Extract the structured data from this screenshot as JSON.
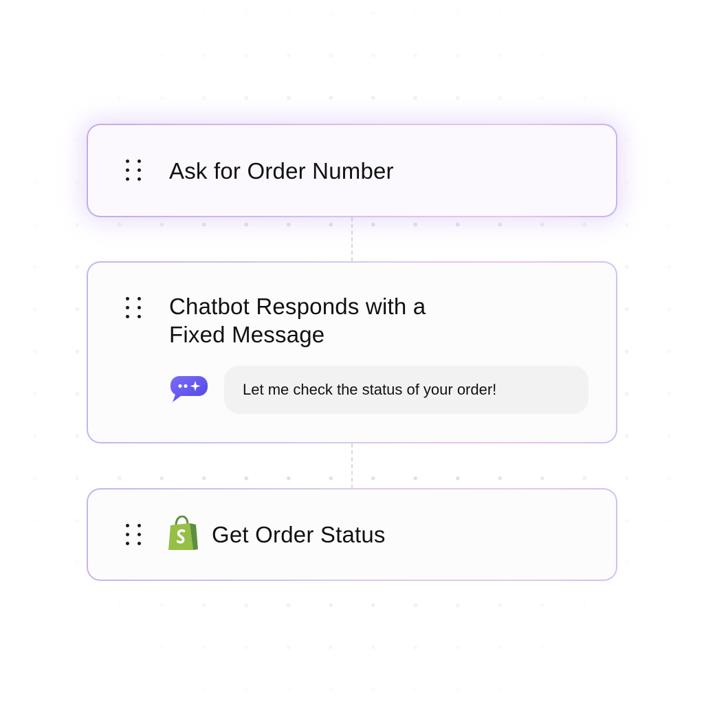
{
  "flow": {
    "steps": [
      {
        "title": "Ask for Order Number"
      },
      {
        "title_line1": "Chatbot Responds with a",
        "title_line2": "Fixed Message",
        "message": "Let me check the status of your order!",
        "icon": "chat-bubble-sparkle-icon"
      },
      {
        "title": "Get Order Status",
        "icon": "shopify-bag-icon"
      }
    ]
  },
  "colors": {
    "card_border_start": "#c9b3ea",
    "card_border_end": "#ecc6e8",
    "chat_icon": "#6c5cf2",
    "shopify_green": "#95bf47",
    "shopify_dark": "#5e8e3e",
    "message_bg": "#f2f2f3",
    "text": "#111111"
  }
}
